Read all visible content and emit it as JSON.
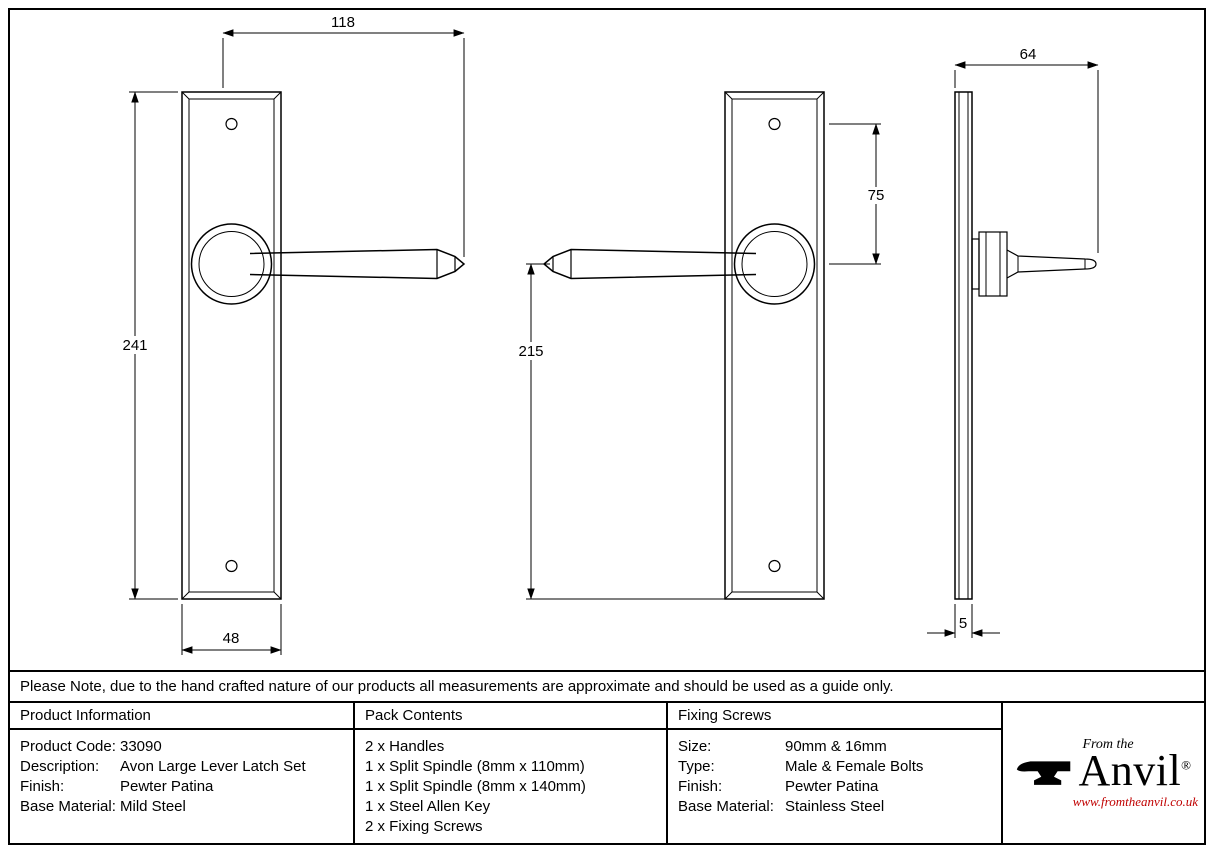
{
  "note": "Please Note, due to the hand crafted nature of our products all measurements are approximate and should be used as a guide only.",
  "drawing": {
    "dims": {
      "front_handle_length": "118",
      "front_plate_height": "241",
      "front_plate_width": "48",
      "mid_top_to_centre": "75",
      "mid_centre_to_bottom": "215",
      "side_projection": "64",
      "side_plate_thickness": "5"
    }
  },
  "table": {
    "product_information": {
      "header": "Product Information",
      "rows": [
        {
          "label": "Product Code:",
          "value": "33090"
        },
        {
          "label": "Description:",
          "value": "Avon Large Lever Latch Set"
        },
        {
          "label": "Finish:",
          "value": "Pewter Patina"
        },
        {
          "label": "Base Material:",
          "value": "Mild Steel"
        }
      ]
    },
    "pack_contents": {
      "header": "Pack Contents",
      "items": [
        "2 x Handles",
        "1 x Split Spindle (8mm x 110mm)",
        "1 x Split Spindle (8mm x 140mm)",
        "1 x Steel Allen Key",
        "2 x Fixing Screws"
      ]
    },
    "fixing_screws": {
      "header": "Fixing Screws",
      "rows": [
        {
          "label": "Size:",
          "value": "90mm & 16mm"
        },
        {
          "label": "Type:",
          "value": "Male & Female Bolts"
        },
        {
          "label": "Finish:",
          "value": "Pewter Patina"
        },
        {
          "label": "Base Material:",
          "value": "Stainless Steel"
        }
      ]
    }
  },
  "logo": {
    "tagline": "From the",
    "name": "Anvil",
    "registered": "®",
    "url": "www.fromtheanvil.co.uk",
    "url_color": "#c00000"
  }
}
